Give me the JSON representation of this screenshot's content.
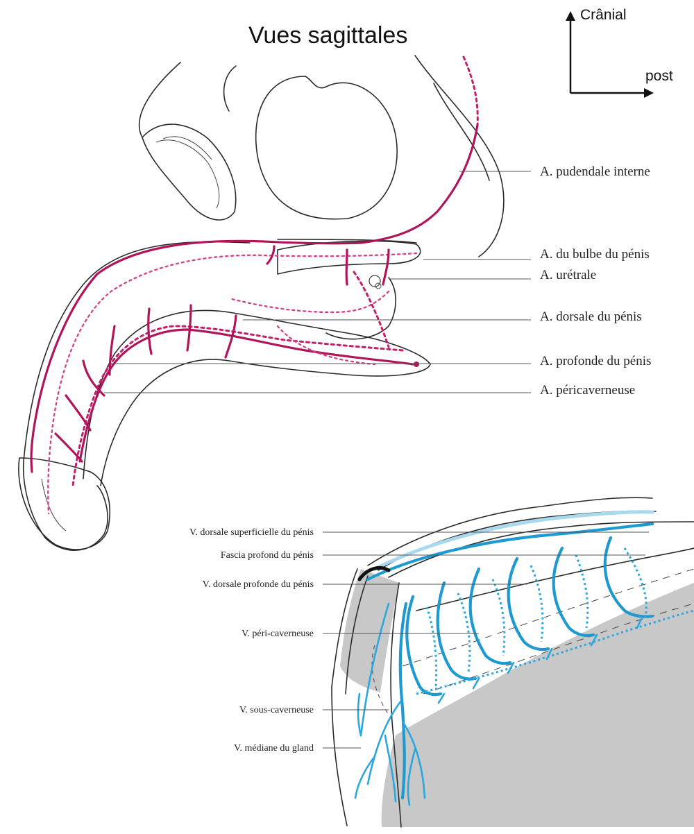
{
  "title": "Vues sagittales",
  "orientation": {
    "cranial": "Crânial",
    "posterior": "post"
  },
  "arterial_labels": [
    "A. pudendale interne",
    "A. du bulbe du pénis",
    "A. urétrale",
    "A. dorsale du pénis",
    "A. profonde du pénis",
    "A. péricaverneuse"
  ],
  "venous_labels": [
    "V. dorsale superficielle du pénis",
    "Fascia profond du pénis",
    "V. dorsale profonde du pénis",
    "V. péri-caverneuse",
    "V. sous-caverneuse",
    "V. médiane du gland"
  ],
  "colors": {
    "artery": "#b0145a",
    "vein": "#1e9ad0",
    "shaded_tissue": "#c8c8c8"
  }
}
